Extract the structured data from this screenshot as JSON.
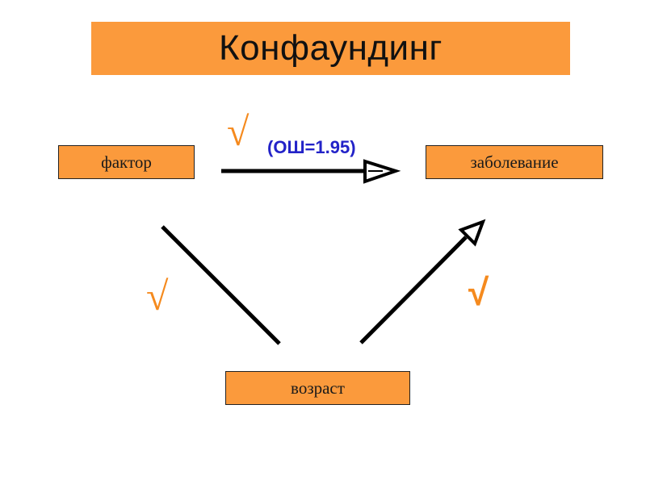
{
  "title": "Конфаундинг",
  "nodes": {
    "factor": "фактор",
    "disease": "заболевание",
    "age": "возраст"
  },
  "edges": {
    "factor_to_disease": {
      "label": "(ОШ=1.95)",
      "check": "√"
    },
    "factor_to_age": {
      "check": "√"
    },
    "age_to_disease": {
      "check": "√"
    }
  },
  "colors": {
    "box_fill": "#fb9a3c",
    "check": "#f58a1e",
    "or_label": "#2323c8",
    "line": "#000000"
  }
}
